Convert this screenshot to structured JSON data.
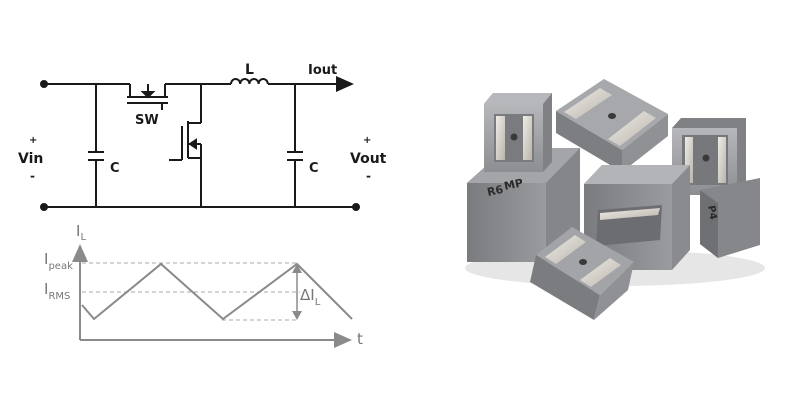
{
  "circuit": {
    "inductor_label": "L",
    "output_current_label": "Iout",
    "switch_label": "SW",
    "input_plus": "+",
    "input_label": "Vin",
    "input_minus": "-",
    "input_cap_label": "C",
    "output_cap_label": "C",
    "output_plus": "+",
    "output_label": "Vout",
    "output_minus": "-"
  },
  "waveform": {
    "y_axis_symbol": "I",
    "y_axis_subscript": "L",
    "x_axis_label": "t",
    "peak_symbol": "I",
    "peak_subscript": "peak",
    "rms_symbol": "I",
    "rms_subscript": "RMS",
    "ripple_symbol": "ΔI",
    "ripple_subscript": "L"
  },
  "colors": {
    "wire": "#1a1a1a",
    "waveform": "#8a8a8a",
    "dashed": "#a8a8a8",
    "inductor_body": "#8e8f93",
    "pad": "#d6d3cc"
  }
}
